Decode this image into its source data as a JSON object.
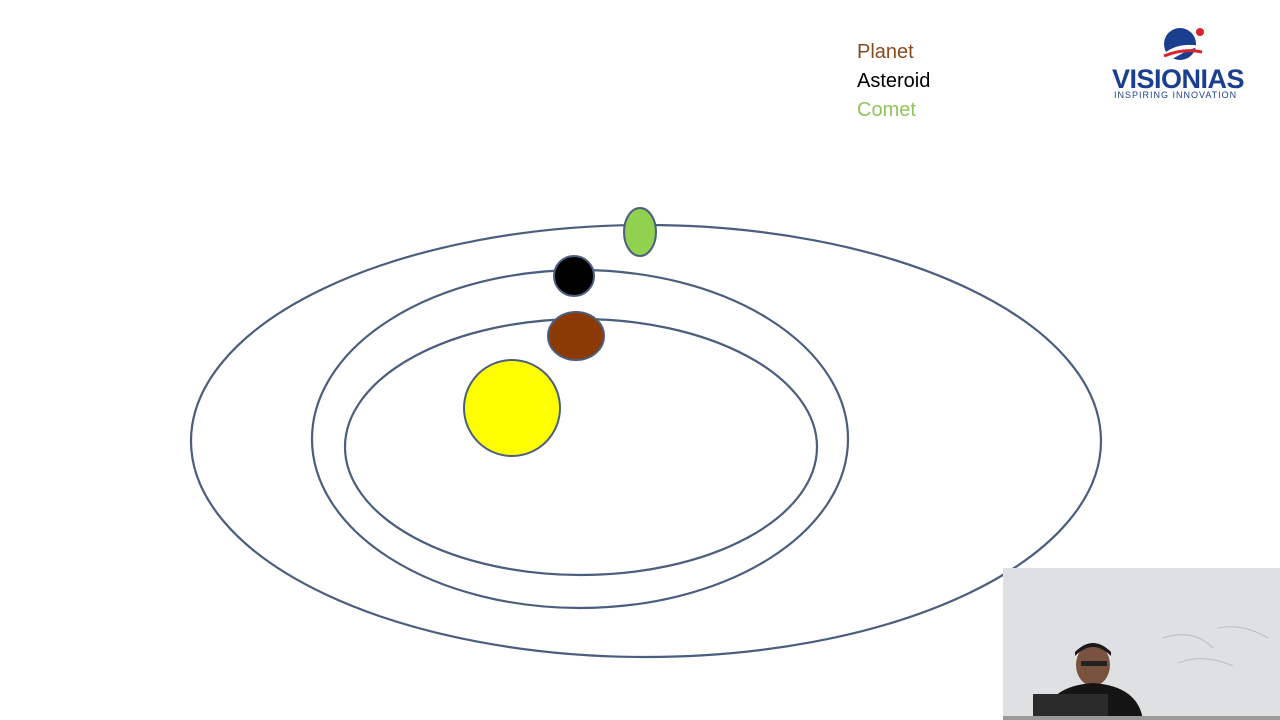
{
  "legend": {
    "items": [
      {
        "label": "Planet",
        "color": "#8b4a1c"
      },
      {
        "label": "Asteroid",
        "color": "#000000"
      },
      {
        "label": "Comet",
        "color": "#92c45a"
      }
    ]
  },
  "logo": {
    "name_part1": "VISION",
    "name_part2": "IAS",
    "tagline": "INSPIRING INNOVATION"
  },
  "colors": {
    "orbit": "#4a5e7e",
    "sun": "#ffff00",
    "planet": "#8b3a05",
    "asteroid": "#000000",
    "comet": "#92d050"
  }
}
